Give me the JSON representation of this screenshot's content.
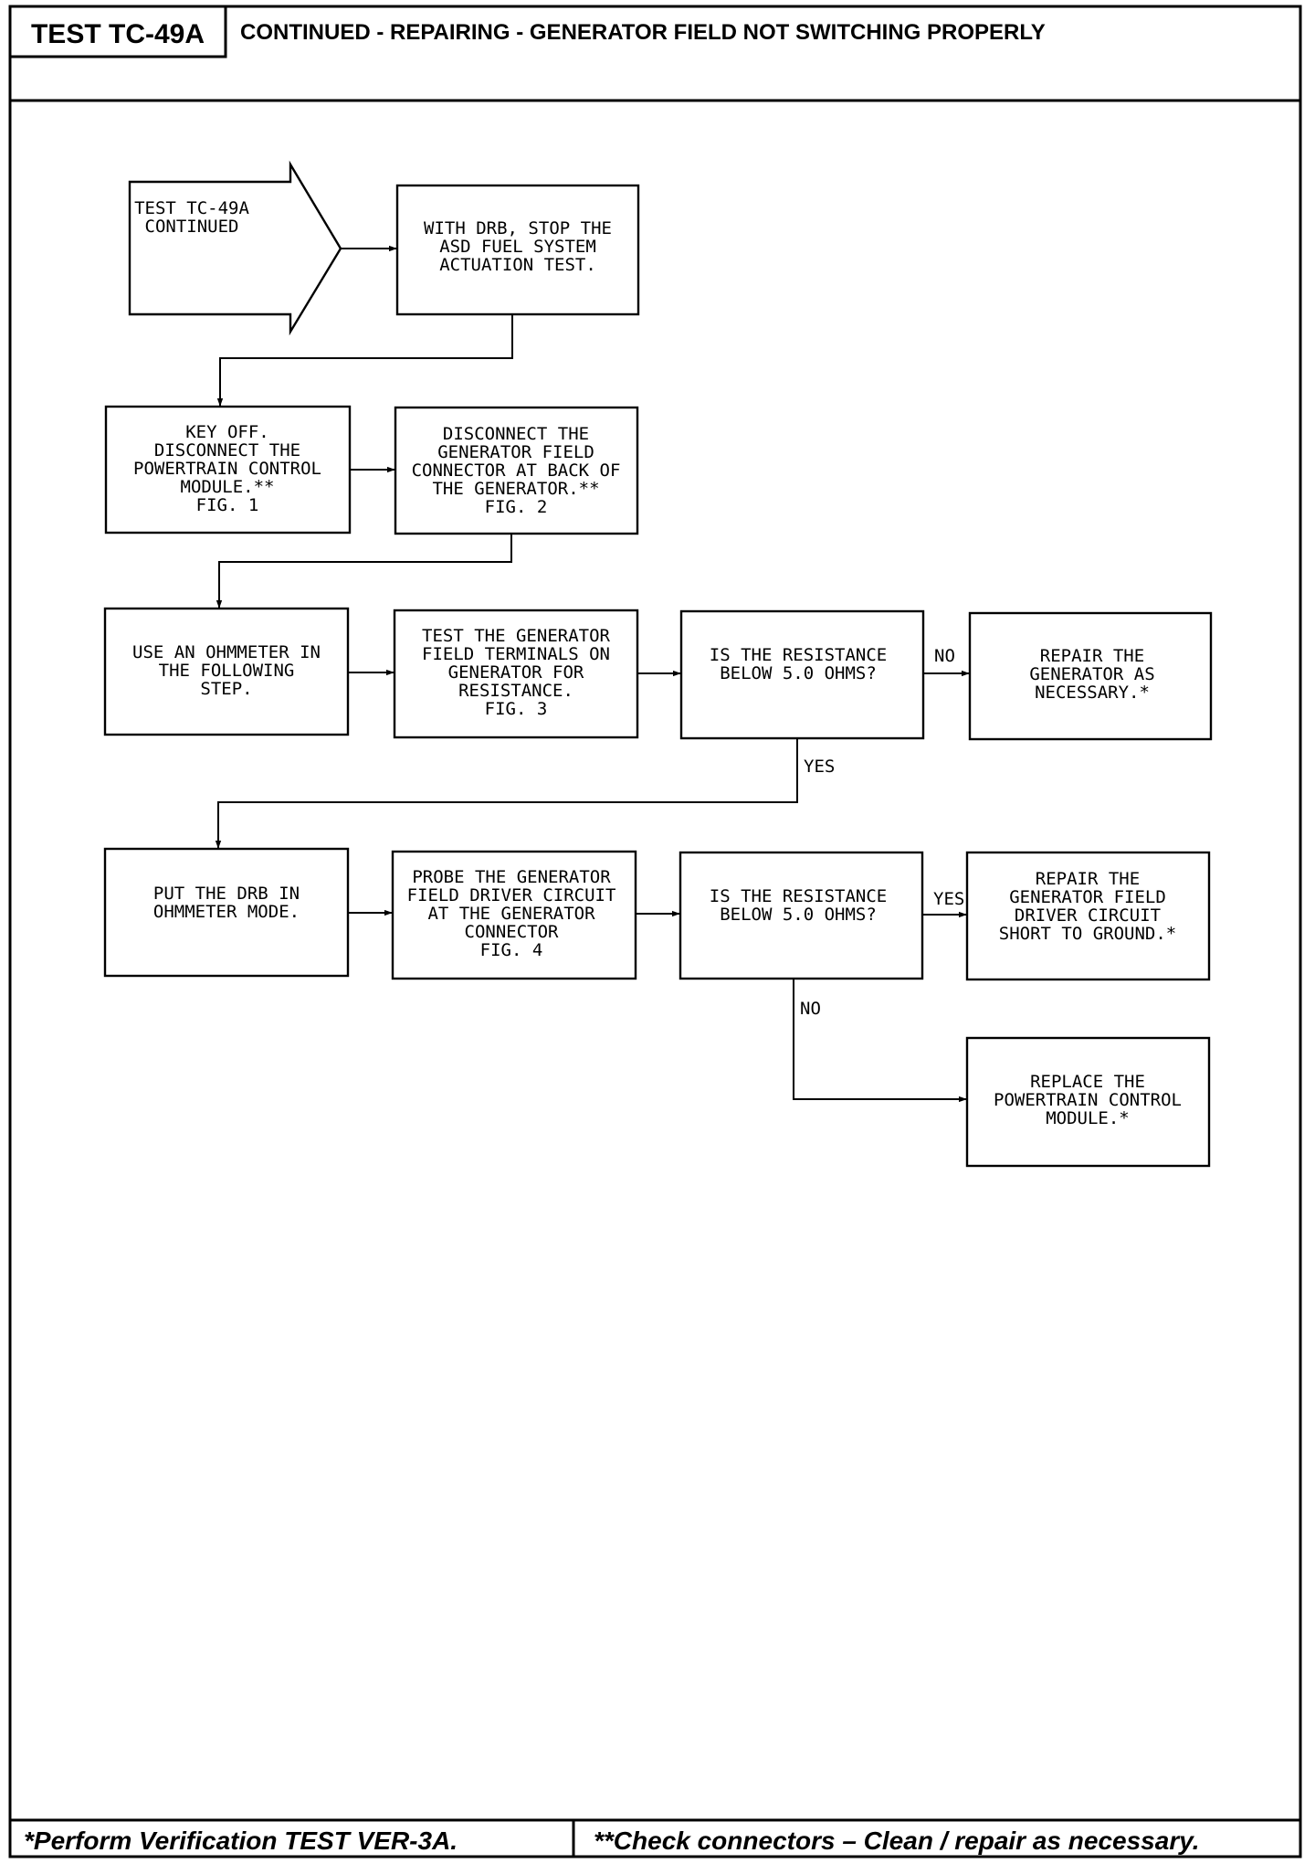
{
  "header": {
    "test_id": "TEST TC-49A",
    "title": "CONTINUED - REPAIRING - GENERATOR FIELD NOT SWITCHING PROPERLY"
  },
  "flowchart": {
    "start": {
      "lines": [
        "TEST TC-49A",
        "CONTINUED"
      ]
    },
    "steps": {
      "stop_asd": {
        "lines": [
          "WITH DRB, STOP THE",
          "ASD FUEL SYSTEM",
          "ACTUATION TEST."
        ]
      },
      "key_off": {
        "lines": [
          "KEY OFF.",
          "DISCONNECT THE",
          "POWERTRAIN CONTROL",
          "MODULE.**",
          "FIG. 1"
        ]
      },
      "disconnect_field": {
        "lines": [
          "DISCONNECT THE",
          "GENERATOR FIELD",
          "CONNECTOR AT BACK OF",
          "THE GENERATOR.**",
          "FIG. 2"
        ]
      },
      "use_ohmmeter": {
        "lines": [
          "USE AN OHMMETER IN",
          "THE FOLLOWING",
          "STEP."
        ]
      },
      "test_terminals": {
        "lines": [
          "TEST THE GENERATOR",
          "FIELD TERMINALS ON",
          "GENERATOR FOR",
          "RESISTANCE.",
          "FIG. 3"
        ]
      },
      "q_resistance_1": {
        "lines": [
          "IS THE RESISTANCE",
          "BELOW 5.0 OHMS?"
        ]
      },
      "repair_generator": {
        "lines": [
          "REPAIR THE",
          "GENERATOR AS",
          "NECESSARY.*"
        ]
      },
      "drb_ohmmeter": {
        "lines": [
          "PUT THE DRB IN",
          "OHMMETER MODE."
        ]
      },
      "probe_driver": {
        "lines": [
          "PROBE THE GENERATOR",
          "FIELD DRIVER CIRCUIT",
          "AT THE GENERATOR",
          "CONNECTOR",
          "FIG. 4"
        ]
      },
      "q_resistance_2": {
        "lines": [
          "IS THE RESISTANCE",
          "BELOW 5.0 OHMS?"
        ]
      },
      "repair_short": {
        "lines": [
          "REPAIR THE",
          "GENERATOR FIELD",
          "DRIVER CIRCUIT",
          "SHORT TO GROUND.*"
        ]
      },
      "replace_pcm": {
        "lines": [
          "REPLACE THE",
          "POWERTRAIN CONTROL",
          "MODULE.*"
        ]
      }
    },
    "labels": {
      "no_1": "NO",
      "yes_1": "YES",
      "yes_2": "YES",
      "no_2": "NO"
    }
  },
  "footer": {
    "left": "*Perform Verification TEST VER-3A.",
    "right": "**Check connectors – Clean / repair as necessary."
  }
}
